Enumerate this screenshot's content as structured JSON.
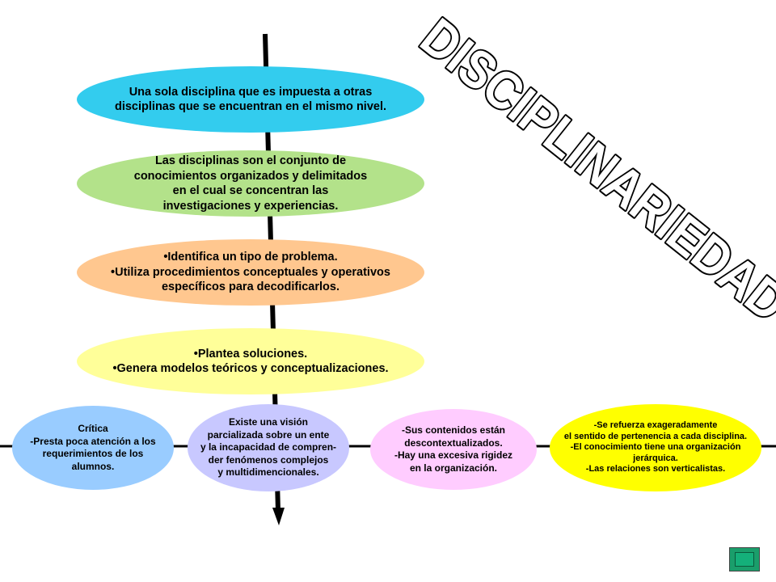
{
  "title": "DISCIPLINARIEDAD",
  "ellipses_top": [
    {
      "text": "Una sola disciplina que es impuesta a otras\ndisciplinas que se encuentran en el mismo nivel.",
      "color": "#33ccee"
    },
    {
      "text": "Las disciplinas son el conjunto de\nconocimientos organizados y delimitados\nen el cual se concentran las\ninvestigaciones y experiencias.",
      "color": "#b3e28a"
    },
    {
      "text": "•Identifica un tipo de problema.\n•Utiliza procedimientos conceptuales y operativos\nespecíficos para decodificarlos.",
      "color": "#ffc78f"
    },
    {
      "text": "•Plantea soluciones.\n•Genera modelos teóricos y conceptualizaciones.",
      "color": "#ffff99"
    }
  ],
  "ellipses_bottom": [
    {
      "text": "Crítica\n-Presta poca atención a los\nrequerimientos de los\nalumnos.",
      "color": "#99ccff"
    },
    {
      "text": "Existe una visión\nparcializada sobre un ente\ny la incapacidad de compren-\nder fenómenos complejos\ny multidimencionales.",
      "color": "#c8c8ff"
    },
    {
      "text": "-Sus contenidos están\ndescontextualizados.\n-Hay una excesiva rigidez\nen la organización.",
      "color": "#ffccff"
    },
    {
      "text": "-Se refuerza exageradamente\nel sentido de pertenencia a cada disciplina.\n-El conocimiento tiene una organización\njerárquica.\n-Las relaciones son verticalistas.",
      "color": "#ffff00"
    }
  ],
  "nav_button_icon": "nav-next-icon"
}
